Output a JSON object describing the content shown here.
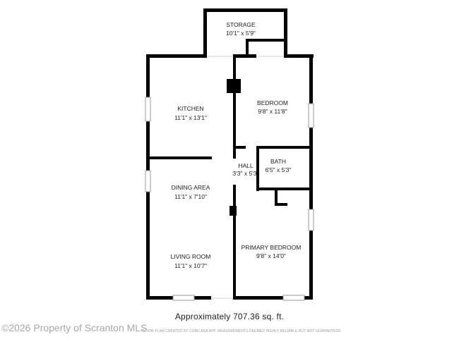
{
  "rooms": {
    "storage": {
      "name": "STORAGE",
      "dims": "10'1\" x 5'9\""
    },
    "kitchen": {
      "name": "KITCHEN",
      "dims": "11'1\" x 13'1\""
    },
    "bedroom": {
      "name": "BEDROOM",
      "dims": "9'8\" x 11'8\""
    },
    "hall": {
      "name": "HALL",
      "dims": "3'3\" x 5'3\""
    },
    "bath": {
      "name": "BATH",
      "dims": "6'5\" x 5'3\""
    },
    "dining": {
      "name": "DINING AREA",
      "dims": "11'1\" x 7'10\""
    },
    "living": {
      "name": "LIVING ROOM",
      "dims": "11'1\" x 10'7\""
    },
    "primary": {
      "name": "PRIMARY BEDROOM",
      "dims": "9'8\" x 14'0\""
    }
  },
  "footer": {
    "area": "Approximately 707.36 sq. ft.",
    "watermark": "©2026 Property of Scranton MLS",
    "disclaimer": "FLOOR PLAN CREATED BY CUBICASA APP. MEASUREMENTS DEEMED HIGHLY RELIABLE BUT NOT GUARANTEED."
  },
  "colors": {
    "wall": "#000000",
    "window": "#9a9a9a",
    "background": "#ffffff"
  }
}
